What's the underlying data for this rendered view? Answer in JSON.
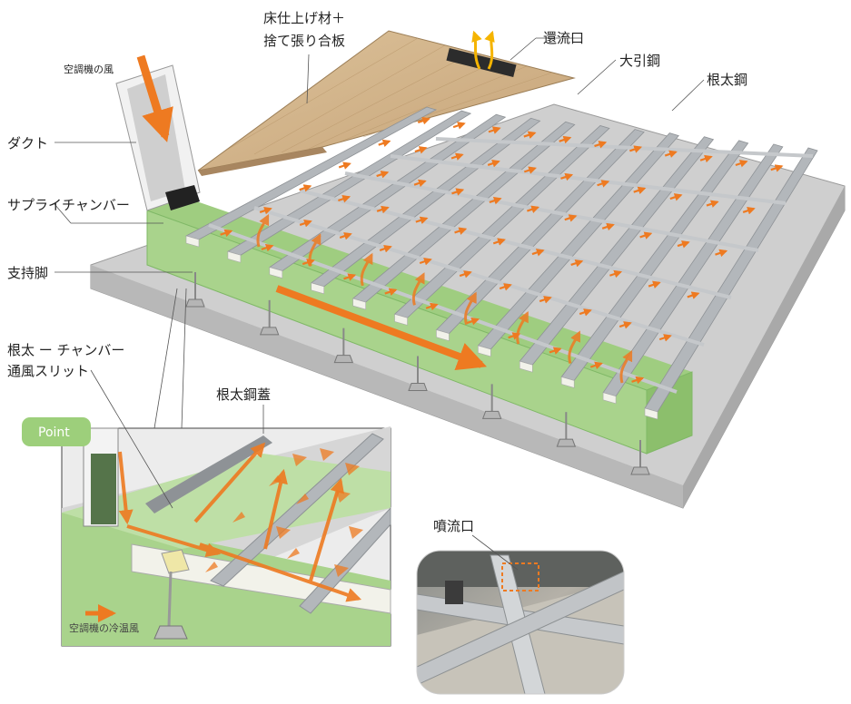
{
  "labels": {
    "flooring": [
      "床仕上げ材＋",
      "捨て張り合板"
    ],
    "return_vent": "還流口",
    "main_beam": "大引鋼",
    "joist": "根太鋼",
    "ac_wind": "空調機の風",
    "duct": "ダクト",
    "supply_chamber": "サプライチャンバー",
    "support_leg": "支持脚",
    "slit": [
      "根太 ー チャンバー",
      "通風スリット"
    ],
    "joist_cover": "根太鋼蓋",
    "point_badge": "Point",
    "legend": "空調機の冷温風",
    "outlet": "噴流口"
  },
  "colors": {
    "arrow": "#ee7a21",
    "chamber": "#a9d38c",
    "chamber_dark": "#7fb866",
    "floor": "#c9c9c9",
    "steel": "#b3b7bb",
    "wood": "#d7b98d",
    "badge": "#9dcf7b"
  }
}
